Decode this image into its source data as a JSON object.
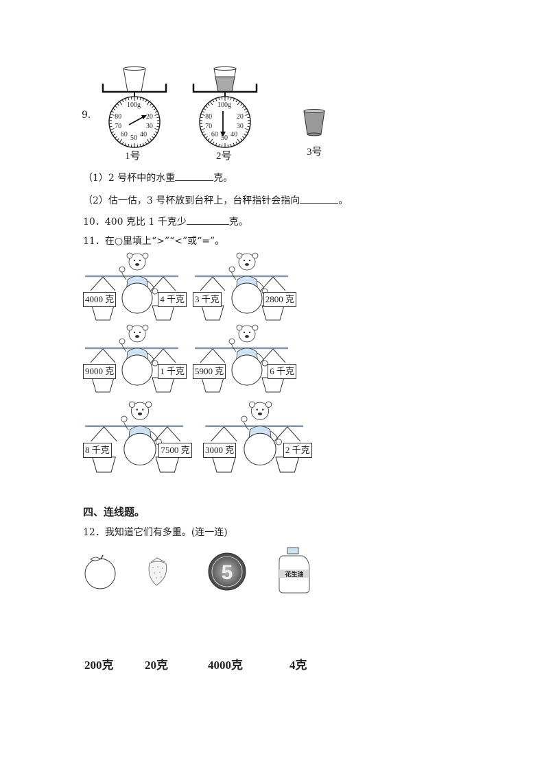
{
  "q9": {
    "number": "9.",
    "dial_labels": {
      "top": "100g",
      "n20": "20",
      "n30": "30",
      "n40": "40",
      "n50": "50",
      "n60": "60",
      "n70": "70",
      "n80": "80"
    },
    "cup1_label": "1号",
    "cup2_label": "2号",
    "cup3_label": "3号",
    "sub1_before": "（1）2 号杯中的水重",
    "sub1_after": "克。",
    "sub2_before": "（2）估一估，3 号杯放到台秤上，台秤指针会指向",
    "sub2_after": "。"
  },
  "q10": {
    "before": "10．400 克比 1 千克少",
    "after": "克。"
  },
  "q11": {
    "prompt": "11．在○里填上“>”“<”或“=”。",
    "pairs": [
      {
        "left": "4000 克",
        "right": "4 千克"
      },
      {
        "left": "3 千克",
        "right": "2800 克"
      },
      {
        "left": "9000 克",
        "right": "1 千克"
      },
      {
        "left": "5900 克",
        "right": "6 千克"
      },
      {
        "left": "8 千克",
        "right": "7500 克"
      },
      {
        "left": "3000 克",
        "right": "2 千克"
      }
    ]
  },
  "section4": {
    "title": "四、连线题。"
  },
  "q12": {
    "prompt": "12．我知道它们有多重。(连一连)",
    "oil_label": "花生油",
    "coin_digit": "5",
    "weights": [
      "200克",
      "20克",
      "4000克",
      "4克"
    ]
  }
}
